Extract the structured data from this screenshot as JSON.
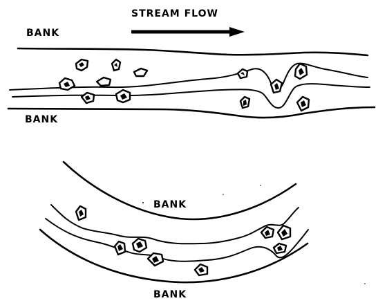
{
  "top_diagram": {
    "flow_label": "STREAM FLOW",
    "bank_top_label": "BANK",
    "bank_bottom_label": "BANK"
  },
  "bottom_diagram": {
    "bank_inner_label": "BANK",
    "bank_outer_label": "BANK"
  }
}
